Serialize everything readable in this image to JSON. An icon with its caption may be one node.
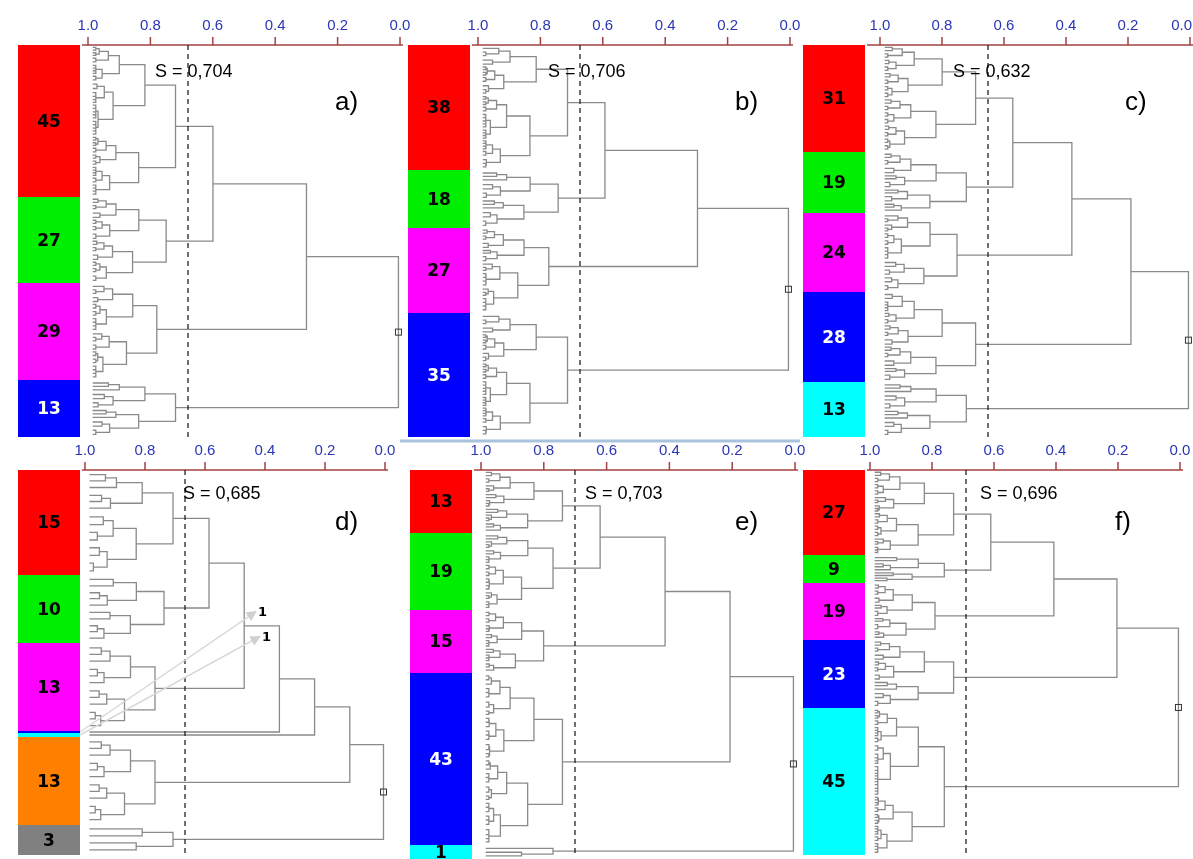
{
  "diagram": {
    "nodes": [
      {
        "text": [
          "45"
        ]
      },
      {
        "text": [
          "27"
        ]
      },
      {
        "text": [
          "29"
        ]
      },
      {
        "text": [
          "13"
        ]
      },
      {
        "text": [
          "38"
        ]
      },
      {
        "text": [
          "18"
        ]
      },
      {
        "text": [
          "27"
        ]
      },
      {
        "text": [
          "35"
        ]
      },
      {
        "text": [
          "31"
        ]
      },
      {
        "text": [
          "19"
        ]
      },
      {
        "text": [
          "24"
        ]
      },
      {
        "text": [
          "28"
        ]
      },
      {
        "text": [
          "13"
        ]
      },
      {
        "text": [
          "15"
        ]
      },
      {
        "text": [
          "10"
        ]
      },
      {
        "text": [
          "13"
        ]
      },
      {
        "text": [],
        "shape": "bar"
      },
      {
        "text": [],
        "shape": "bar"
      },
      {
        "text": [
          "13"
        ]
      },
      {
        "text": [
          "3"
        ]
      },
      {
        "text": [
          "1"
        ]
      },
      {
        "text": [
          "1"
        ]
      },
      {
        "text": [
          "13"
        ]
      },
      {
        "text": [
          "19"
        ]
      },
      {
        "text": [
          "15"
        ]
      },
      {
        "text": [
          "43"
        ]
      },
      {
        "text": [
          "1"
        ]
      },
      {
        "text": [
          "27"
        ]
      },
      {
        "text": [
          "9"
        ]
      },
      {
        "text": [
          "19"
        ]
      },
      {
        "text": [
          "23"
        ]
      },
      {
        "text": [
          "45"
        ]
      }
    ],
    "edges": [
      {
        "from": 16,
        "to": 20,
        "arrow": "to"
      },
      {
        "from": 17,
        "to": 21,
        "arrow": "to"
      }
    ],
    "labels": [
      "1.0",
      "0.8",
      "0.6",
      "0.4",
      "0.2",
      "0.0",
      "S = 0,704",
      "a)",
      "1.0",
      "0.8",
      "0.6",
      "0.4",
      "0.2",
      "0.0",
      "S = 0,706",
      "b)",
      "1.0",
      "0.8",
      "0.6",
      "0.4",
      "0.2",
      "0.0",
      "S = 0,632",
      "c)",
      "1.0",
      "0.8",
      "0.6",
      "0.4",
      "0.2",
      "0.0",
      "S = 0,685",
      "d)",
      "1.0",
      "0.8",
      "0.6",
      "0.4",
      "0.2",
      "0.0",
      "S = 0,703",
      "e)",
      "1.0",
      "0.8",
      "0.6",
      "0.4",
      "0.2",
      "0.0",
      "S = 0,696",
      "f)"
    ]
  }
}
